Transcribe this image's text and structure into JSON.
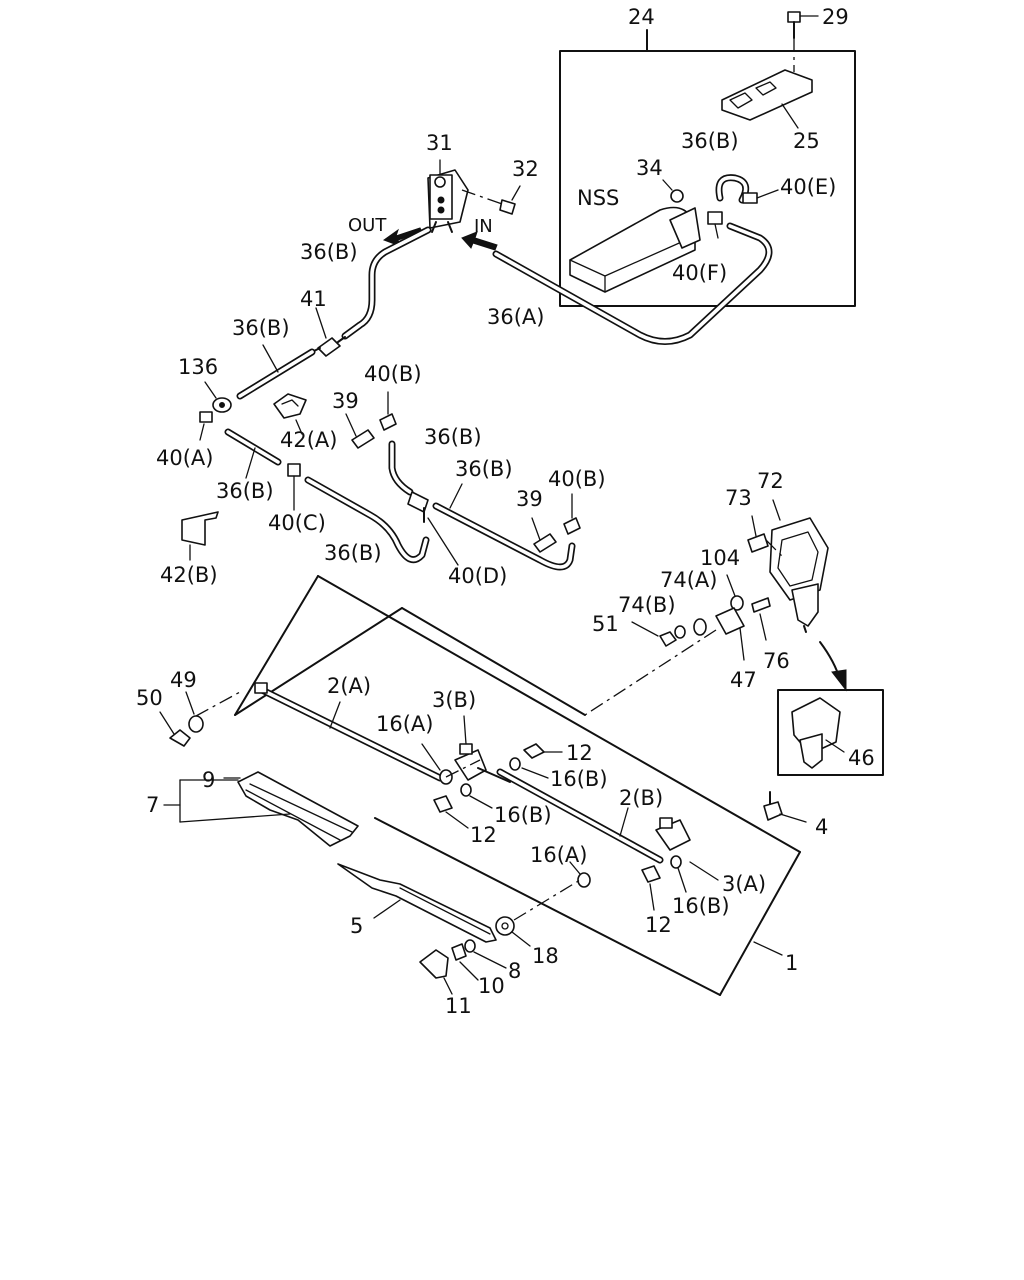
{
  "diagram": {
    "callouts": {
      "c24": "24",
      "c29": "29",
      "c25": "25",
      "c31": "31",
      "c32": "32",
      "c34": "34",
      "c36b_top": "36(B)",
      "c40e": "40(E)",
      "nss": "NSS",
      "c40f": "40(F)",
      "out": "OUT",
      "in": "IN",
      "c36b_1": "36(B)",
      "c41": "41",
      "c36b_2": "36(B)",
      "c36a": "36(A)",
      "c136": "136",
      "c40b_1": "40(B)",
      "c39_1": "39",
      "c42a": "42(A)",
      "c36b_3": "36(B)",
      "c40a": "40(A)",
      "c36b_4": "36(B)",
      "c36b_5": "36(B)",
      "c40c": "40(C)",
      "c39_2": "39",
      "c40b_2": "40(B)",
      "c36b_6": "36(B)",
      "c40d": "40(D)",
      "c42b": "42(B)",
      "c73": "73",
      "c72": "72",
      "c104": "104",
      "c74a": "74(A)",
      "c74b": "74(B)",
      "c51": "51",
      "c76": "76",
      "c47": "47",
      "c46": "46",
      "c49": "49",
      "c50": "50",
      "c2a": "2(A)",
      "c3b": "3(B)",
      "c16a_1": "16(A)",
      "c12_1": "12",
      "c16b_1": "16(B)",
      "c16b_2": "16(B)",
      "c12_2": "12",
      "c2b": "2(B)",
      "c9": "9",
      "c7": "7",
      "c4": "4",
      "c16a_2": "16(A)",
      "c3a": "3(A)",
      "c16b_3": "16(B)",
      "c12_3": "12",
      "c5": "5",
      "c18": "18",
      "c8": "8",
      "c10": "10",
      "c11": "11",
      "c1": "1"
    }
  }
}
